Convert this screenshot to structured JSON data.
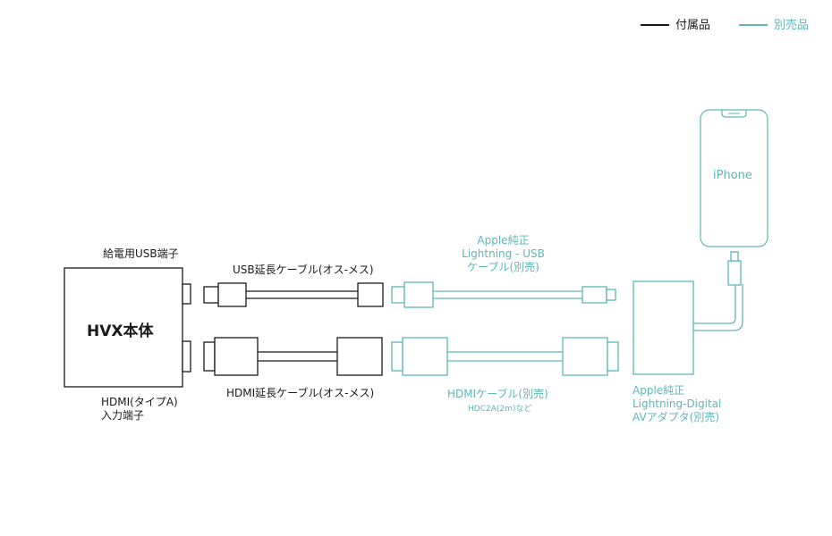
{
  "legend": {
    "included": "付属品",
    "separate": "別売品"
  },
  "colors": {
    "included": "#1a1a1a",
    "separate": "#5fb6b8"
  },
  "hvx": {
    "title": "HVX本体",
    "usb_port_label": "給電用USB端子",
    "hdmi_port_label_line1": "HDMI(タイプA)",
    "hdmi_port_label_line2": "入力端子"
  },
  "cables": {
    "usb_extension": "USB延長ケーブル(オス-メス)",
    "hdmi_extension": "HDMI延長ケーブル(オス-メス)",
    "apple_lightning_usb_line1": "Apple純正",
    "apple_lightning_usb_line2": "Lightning - USB",
    "apple_lightning_usb_line3": "ケーブル(別売)",
    "hdmi_cable": "HDMIケーブル(別売)",
    "hdmi_cable_example": "HDC2A(2m)など"
  },
  "adapter": {
    "line1": "Apple純正",
    "line2": "Lightning-Digital",
    "line3": "AVアダプタ(別売)"
  },
  "phone": {
    "label": "iPhone"
  }
}
